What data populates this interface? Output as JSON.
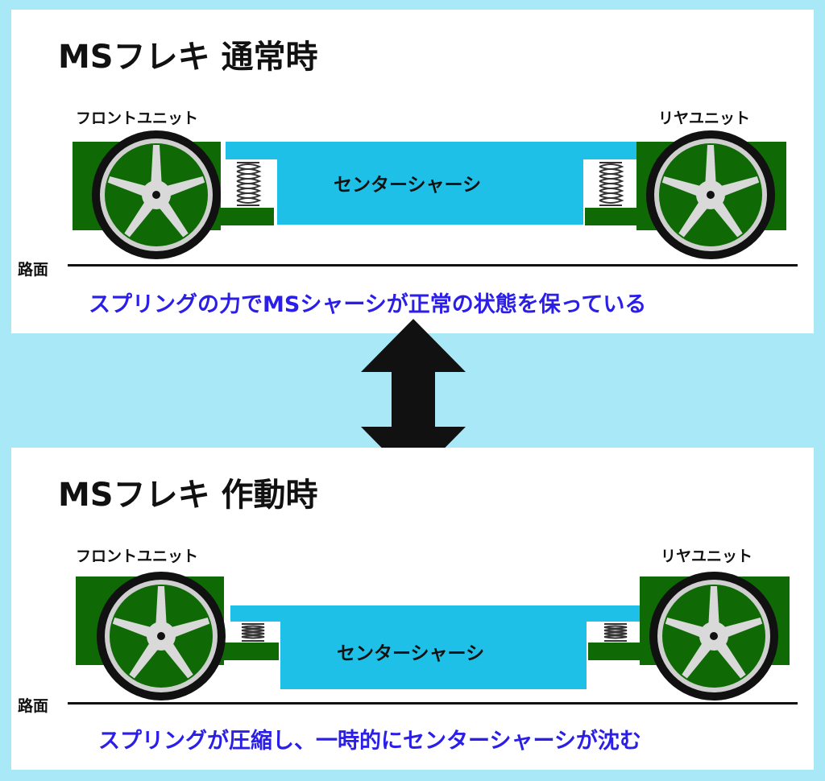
{
  "colors": {
    "background": "#a9e8f7",
    "panel": "#ffffff",
    "unit_green": "#0f6a06",
    "chassis_blue": "#1fc0e8",
    "caption_blue": "#2a1ee8",
    "tire": "#111111",
    "rim": "#d9d9d9",
    "rim_pocket": "#0f6a06"
  },
  "icons": {
    "arrow": "double-vertical-arrow-icon",
    "wheel": "wheel-icon",
    "spring": "coil-spring-icon"
  },
  "normal": {
    "title": "MSフレキ 通常時",
    "front_unit_label": "フロントユニット",
    "rear_unit_label": "リヤユニット",
    "chassis_label": "センターシャーシ",
    "road_label": "路面",
    "caption": "スプリングの力でMSシャーシが正常の状態を保っている"
  },
  "active": {
    "title": "MSフレキ 作動時",
    "front_unit_label": "フロントユニット",
    "rear_unit_label": "リヤユニット",
    "chassis_label": "センターシャーシ",
    "road_label": "路面",
    "caption": "スプリングが圧縮し、一時的にセンターシャーシが沈む"
  }
}
